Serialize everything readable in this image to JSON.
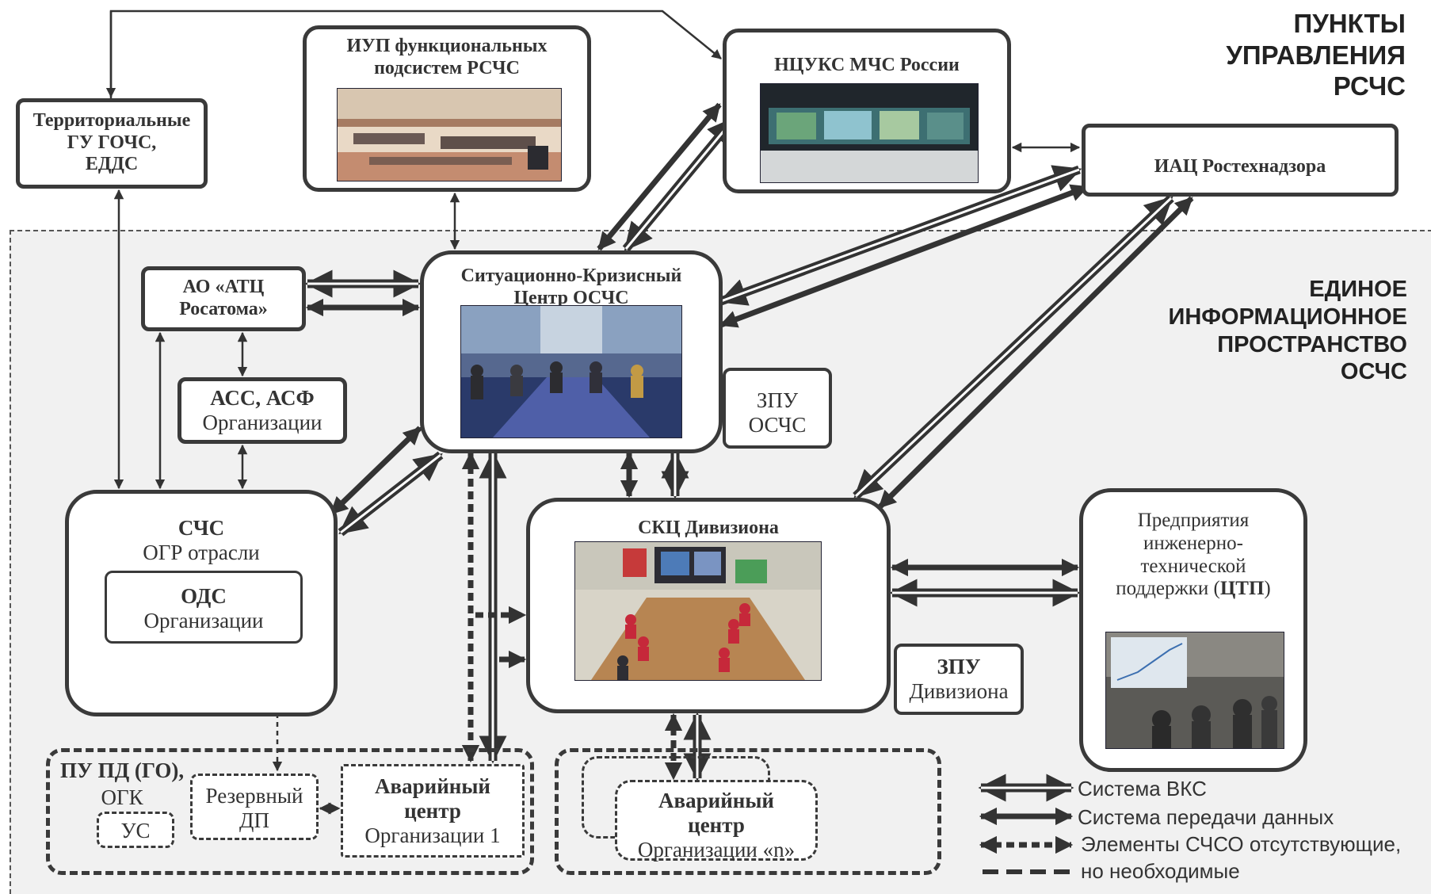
{
  "headers": {
    "rschs_control_points": [
      "ПУНКТЫ",
      "УПРАВЛЕНИЯ",
      "РСЧС"
    ],
    "osches_info_space": [
      "ЕДИНОЕ",
      "ИНФОРМАЦИОННОЕ",
      "ПРОСТРАНСТВО",
      "ОСЧС"
    ]
  },
  "nodes": {
    "territorial": [
      "Территориальные",
      "ГУ ГОЧС,",
      "ЕДДС"
    ],
    "iup": [
      "ИУП функциональных",
      "подсистем РСЧС"
    ],
    "ncuks": "НЦУКС МЧС России",
    "iac": "ИАЦ Ростехнадзора",
    "ao_atc": [
      "АО «АТЦ",
      "Росатома»"
    ],
    "skc_osches": [
      "Ситуационно-Кризисный",
      "Центр  ОСЧС"
    ],
    "zpu_osches": [
      "ЗПУ",
      "ОСЧС"
    ],
    "ass_asf": {
      "title": "АСС, АСФ",
      "subtitle": "Организации"
    },
    "schs": {
      "title": "СЧС",
      "subtitle": "ОГР отрасли"
    },
    "ods": {
      "title": "ОДС",
      "subtitle": "Организации"
    },
    "skc_division": "СКЦ  Дивизиона",
    "zpu_division": {
      "title": "ЗПУ",
      "subtitle": "Дивизиона"
    },
    "ctp": [
      "Предприятия",
      "инженерно-",
      "технической"
    ],
    "ctp_last_prefix": "поддержки (",
    "ctp_last_bold": "ЦТП",
    "ctp_last_suffix": ")",
    "pu_pd": "ПУ ПД (ГО),",
    "ogk": "ОГК",
    "us": "УС",
    "reserve_dp": [
      "Резервный",
      "ДП"
    ],
    "emergency_center_1": {
      "title": [
        "Аварийный",
        "центр"
      ],
      "subtitle": "Организации 1"
    },
    "emergency_center_n": {
      "title": [
        "Аварийный",
        "центр"
      ],
      "subtitle": "Организации «n»"
    }
  },
  "legend": [
    {
      "style": "double",
      "label": "Система ВКС"
    },
    {
      "style": "solid",
      "label": "Система передачи данных"
    },
    {
      "style": "dashed",
      "label": "Элементы СЧСО отсутствующие,"
    },
    {
      "style": "dashed-line",
      "label": "но  необходимые"
    }
  ],
  "colors": {
    "line": "#333333",
    "zone": "#f1f1f1",
    "box_border": "#3a3a3a"
  }
}
